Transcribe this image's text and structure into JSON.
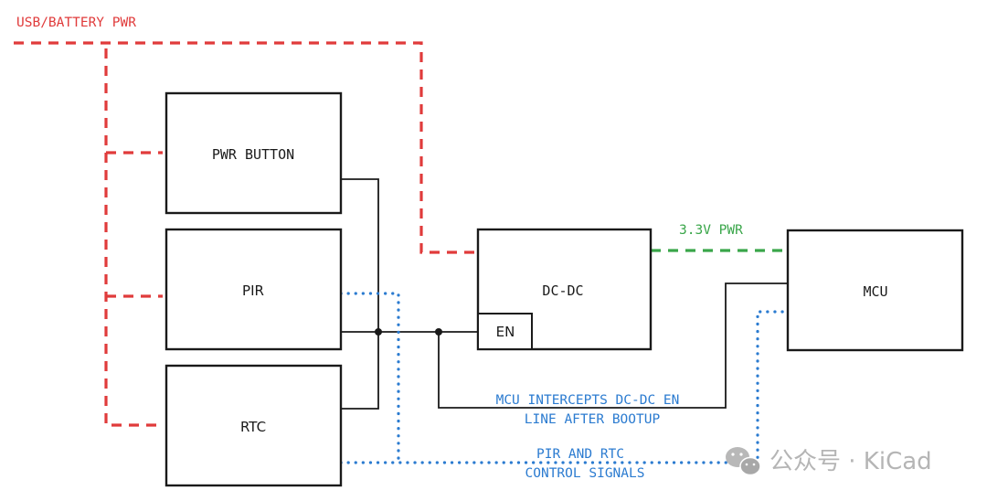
{
  "diagram": {
    "title": "Power-on circuit block diagram",
    "blocks": {
      "pwr_button": "PWR BUTTON",
      "pir": "PIR",
      "rtc": "RTC",
      "dcdc": "DC-DC",
      "dcdc_en": "EN",
      "mcu": "MCU"
    },
    "labels": {
      "usb_battery": "USB/BATTERY PWR",
      "v33": "3.3V PWR",
      "intercept_line1": "MCU INTERCEPTS DC-DC EN",
      "intercept_line2": "LINE AFTER BOOTUP",
      "control_line1": "PIR AND RTC",
      "control_line2": "CONTROL SIGNALS"
    },
    "colors": {
      "battery_power": "#e03b3b",
      "regulated_power": "#3aa64a",
      "control_signals": "#2b7bd0",
      "wires": "#1a1a1a"
    },
    "connections": [
      {
        "from": "USB/BATTERY PWR",
        "to": "PWR BUTTON",
        "style": "dashed-red"
      },
      {
        "from": "USB/BATTERY PWR",
        "to": "PIR",
        "style": "dashed-red"
      },
      {
        "from": "USB/BATTERY PWR",
        "to": "RTC",
        "style": "dashed-red"
      },
      {
        "from": "USB/BATTERY PWR",
        "to": "DC-DC",
        "style": "dashed-red"
      },
      {
        "from": "DC-DC",
        "to": "MCU",
        "style": "dashed-green",
        "label": "3.3V PWR"
      },
      {
        "from": "PWR BUTTON",
        "to": "EN",
        "style": "solid"
      },
      {
        "from": "PIR",
        "to": "EN",
        "style": "solid"
      },
      {
        "from": "RTC",
        "to": "EN",
        "style": "solid"
      },
      {
        "from": "MCU",
        "to": "EN",
        "style": "solid"
      },
      {
        "from": "PIR",
        "to": "MCU",
        "style": "dotted-blue"
      },
      {
        "from": "RTC",
        "to": "MCU",
        "style": "dotted-blue"
      }
    ]
  },
  "watermark": {
    "icon": "wechat-icon",
    "text": "公众号 · KiCad"
  }
}
